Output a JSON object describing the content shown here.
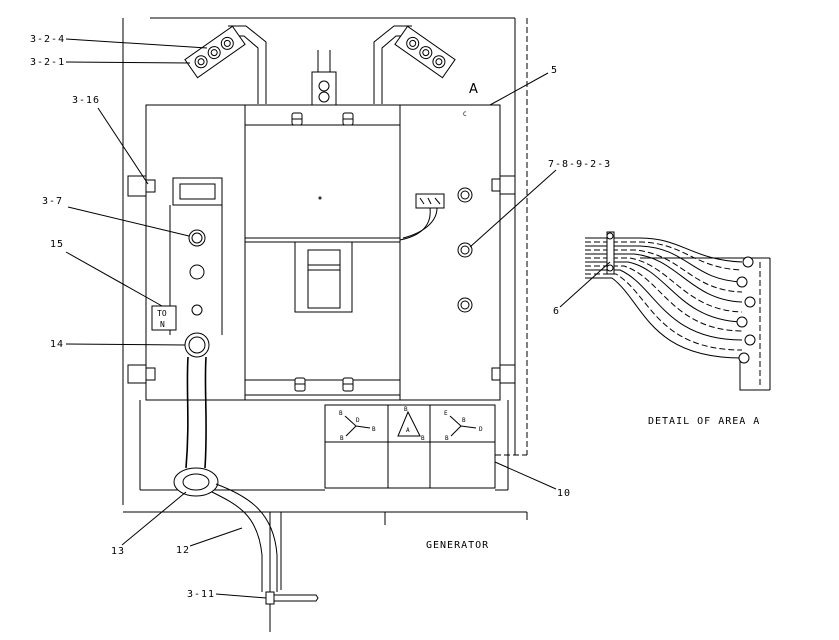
{
  "callouts": {
    "item_3_2_4": "3-2-4",
    "item_3_2_1": "3-2-1",
    "item_3_16": "3-16",
    "item_3_7": "3-7",
    "item_15": "15",
    "item_14": "14",
    "item_5": "5",
    "area_a": "A",
    "item_7_8_9_2_3": "7-8-9-2-3",
    "item_6": "6",
    "item_10": "10",
    "item_13": "13",
    "item_12": "12",
    "item_3_11": "3-11"
  },
  "captions": {
    "detail": "DETAIL OF AREA A",
    "generator": "GENERATOR"
  },
  "switch_label": {
    "line1": "TO",
    "line2": "N"
  },
  "cover_mark": "C",
  "connection_diagrams": [
    {
      "letters": [
        "B",
        "D",
        "B",
        "B"
      ]
    },
    {
      "letters": [
        "B",
        "A",
        "B"
      ]
    },
    {
      "letters": [
        "E",
        "B",
        "D",
        "B"
      ]
    }
  ],
  "colors": {
    "line": "#000000",
    "background": "#ffffff"
  }
}
